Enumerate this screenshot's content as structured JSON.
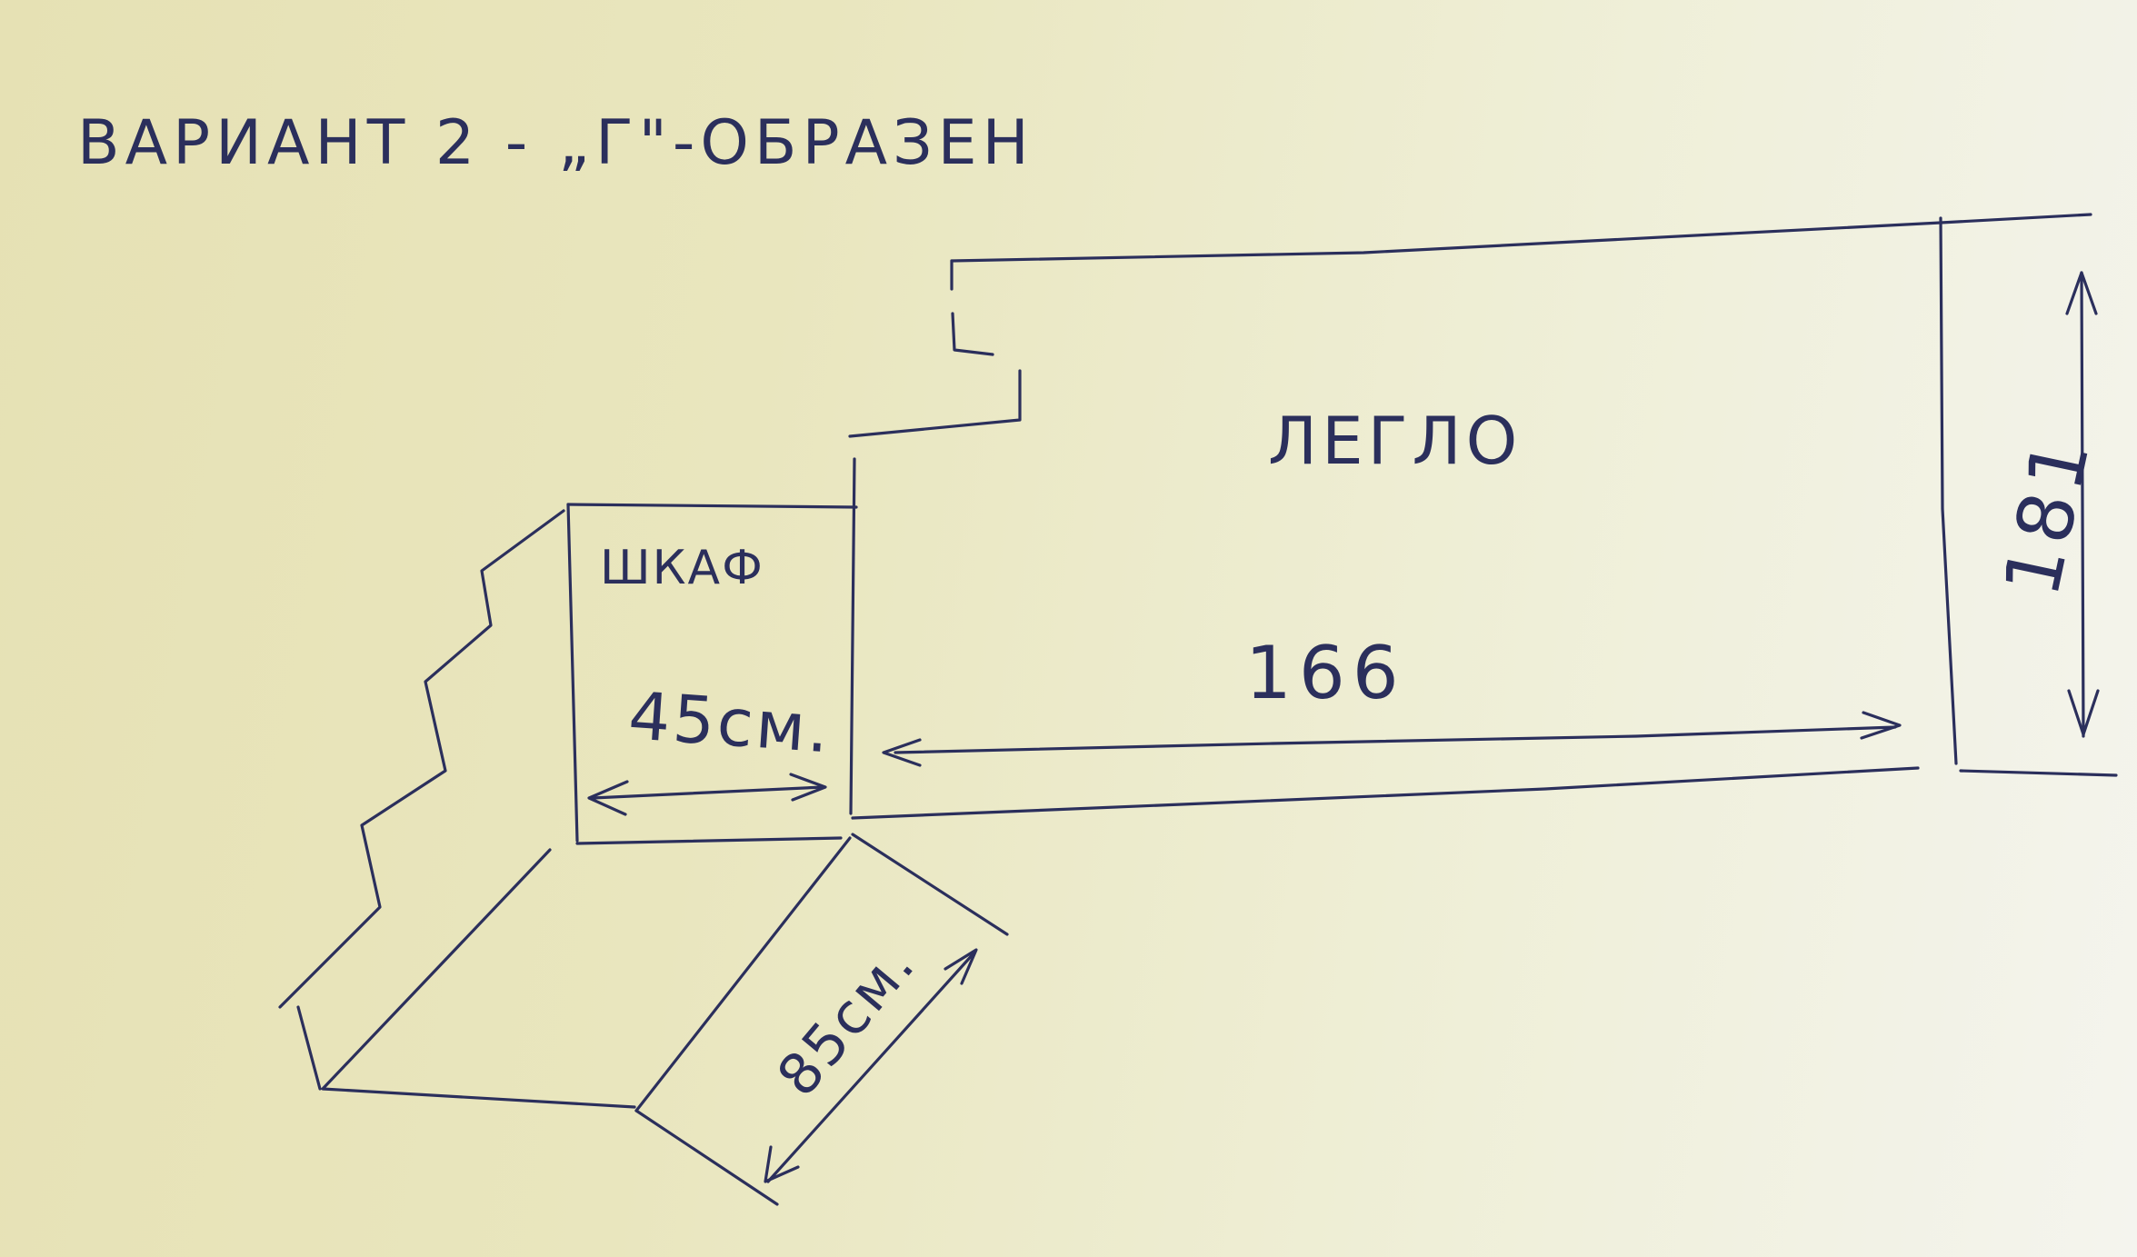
{
  "title": "ВАРИАНТ 2 - „Г\"-ОБРАЗЕН",
  "labels": {
    "bed": "ЛЕГЛО",
    "wardrobe": "ШКАФ"
  },
  "dimensions": {
    "bed_length": "166",
    "bed_width": "181",
    "wardrobe_width": "45см.",
    "corner_depth": "85см."
  },
  "colors": {
    "paper": "#e9e6be",
    "ink": "#2b2f5c"
  }
}
